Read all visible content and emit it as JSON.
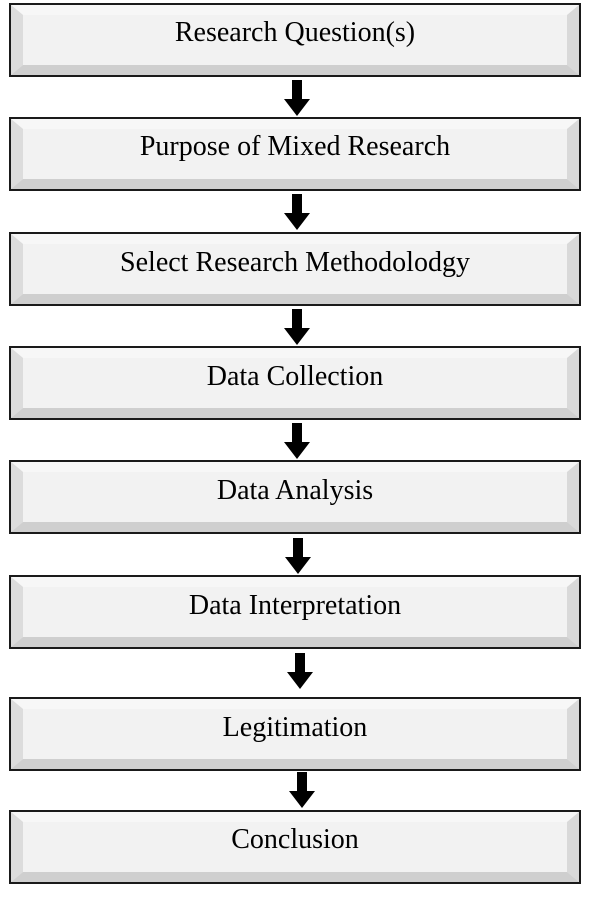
{
  "steps": [
    "Research Question(s)",
    "Purpose of Mixed Research",
    "Select Research Methodolodgy",
    "Data Collection",
    "Data Analysis",
    "Data Interpretation",
    "Legitimation",
    "Conclusion"
  ],
  "colors": {
    "box_border": "#1a1a1a",
    "box_face": "#f2f2f2",
    "arrow": "#000000"
  }
}
